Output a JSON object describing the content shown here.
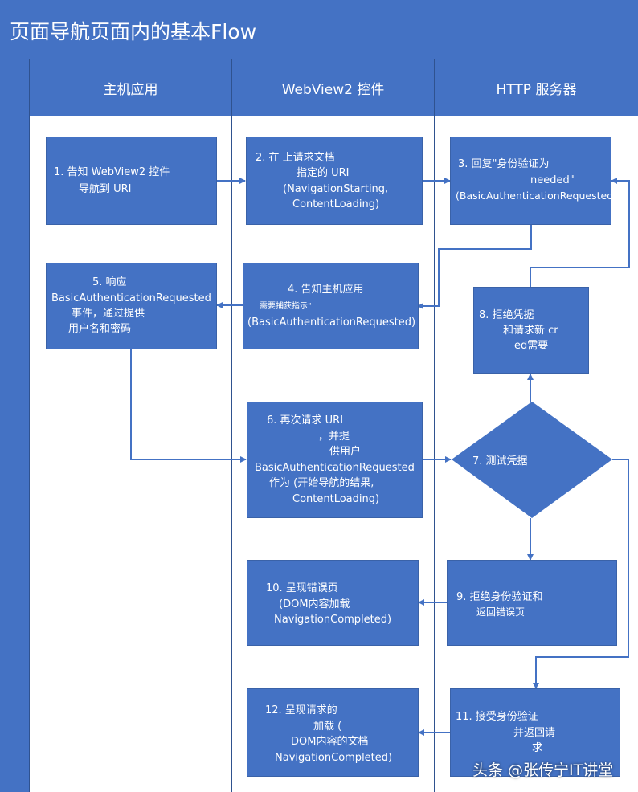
{
  "title": "页面导航页面内的基本Flow",
  "lanes": [
    {
      "label": "主机应用"
    },
    {
      "label": "WebView2 控件"
    },
    {
      "label": "HTTP 服务器"
    }
  ],
  "steps": {
    "s1": [
      "1. 告知 WebView2 控件",
      "导航到 URI"
    ],
    "s2": [
      "2. 在 上请求文档",
      "指定的 URI",
      "(NavigationStarting,",
      "ContentLoading)"
    ],
    "s3": [
      "3. 回复\"身份验证为",
      "needed\"",
      "(BasicAuthenticationRequested)"
    ],
    "s4": [
      "4. 告知主机应用",
      "需要捕获指示\"",
      "(BasicAuthenticationRequested)"
    ],
    "s5": [
      "5. 响应",
      "BasicAuthenticationRequested",
      "事件，通过提供",
      "用户名和密码"
    ],
    "s6": [
      "6. 再次请求 URI",
      "，并提",
      "供用户",
      "BasicAuthenticationRequested",
      "作为 (开始导航的结果,",
      "ContentLoading)"
    ],
    "s7": [
      "7. 测试凭据"
    ],
    "s8": [
      "8. 拒绝凭据",
      "和请求新 cr",
      "ed需要"
    ],
    "s9": [
      "9. 拒绝身份验证和",
      "返回错误页"
    ],
    "s10": [
      "10. 呈现错误页",
      "(DOM内容加载",
      "NavigationCompleted)"
    ],
    "s11": [
      "11. 接受身份验证",
      "并返回请",
      "求"
    ],
    "s12": [
      "12. 呈现请求的",
      "加载 (",
      "DOM内容的文档",
      "NavigationCompleted)"
    ]
  },
  "watermark": "头条 @张传宁IT讲堂",
  "colors": {
    "box": "#4472c4",
    "header": "#4472c4",
    "connector": "#4472c4",
    "text": "#ffffff"
  }
}
